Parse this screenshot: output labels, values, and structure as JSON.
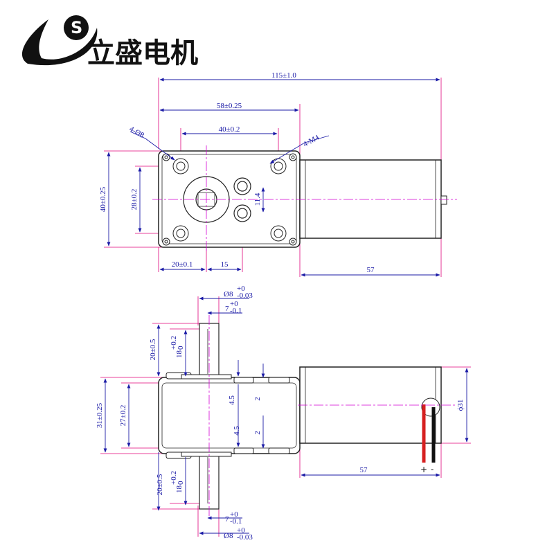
{
  "brand": {
    "name": "立盛电机",
    "logo_letter": "S"
  },
  "top_view": {
    "overall_length": "115±1.0",
    "gearbox_length": "58±0.25",
    "hole_spacing_x": "40±0.2",
    "through_hole": "4-Ø8",
    "thread": "4-M4",
    "height": "40±0.25",
    "hole_spacing_y": "28±0.2",
    "boss_spacing": "11.4",
    "shaft_offset": "20±0.1",
    "boss_offset": "15",
    "motor_length": "57"
  },
  "side_view": {
    "shaft_dia": {
      "base": "Ø8",
      "sup": "+0",
      "sub": "-0.03"
    },
    "flat_width": {
      "base": "7",
      "sup": "+0",
      "sub": "-0.1"
    },
    "shaft_length": "20±0.5",
    "flat_length": {
      "base": "18",
      "sup": "+0.2",
      "sub": "0"
    },
    "thickness": "31±0.25",
    "body_thickness": "27±0.2",
    "boss_height": "4.5",
    "boss_step": "2",
    "motor_dia": "ϕ31",
    "motor_length": "57",
    "polarity_pos": "+",
    "polarity_neg": "-"
  },
  "colors": {
    "line": "#222222",
    "dimension": "#1a1aa6",
    "axis": "#d400d4",
    "extension": "#e0007a",
    "wire_red": "#d62020",
    "wire_black": "#111111"
  }
}
